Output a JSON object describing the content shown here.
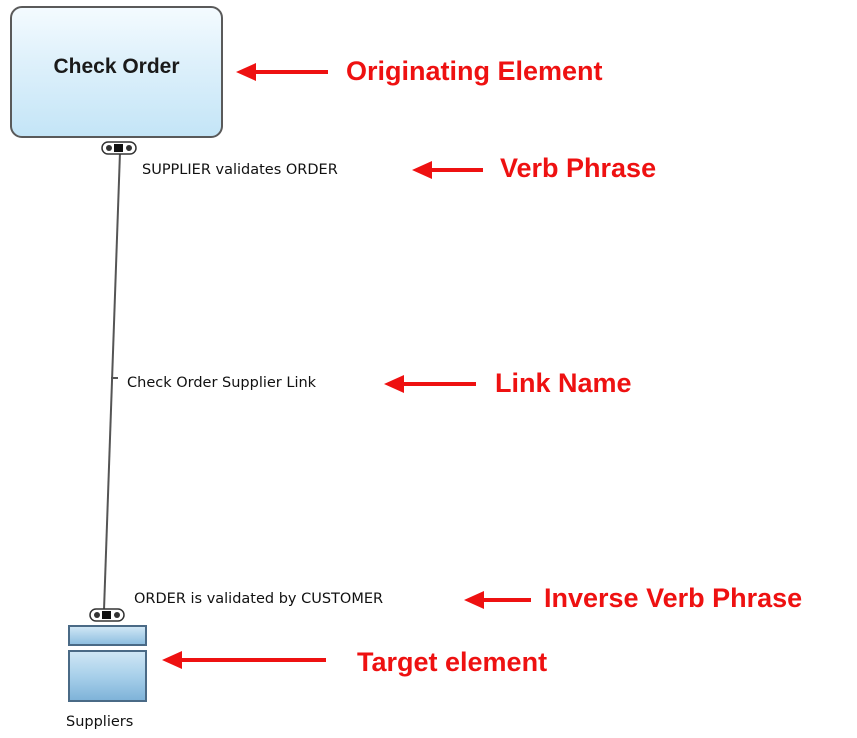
{
  "diagram": {
    "originating_element": {
      "title": "Check Order"
    },
    "link": {
      "verb_phrase": "SUPPLIER validates ORDER",
      "name": "Check Order Supplier Link",
      "inverse_verb_phrase": "ORDER is validated by CUSTOMER"
    },
    "target_element": {
      "label": "Suppliers"
    }
  },
  "annotations": {
    "originating": "Originating Element",
    "verb_phrase": "Verb Phrase",
    "link_name": "Link Name",
    "inverse_verb_phrase": "Inverse Verb Phrase",
    "target": "Target element"
  },
  "colors": {
    "annotation": "#ee1111",
    "box_fill": "#c4e5f7",
    "box_border": "#5a5a5a"
  }
}
